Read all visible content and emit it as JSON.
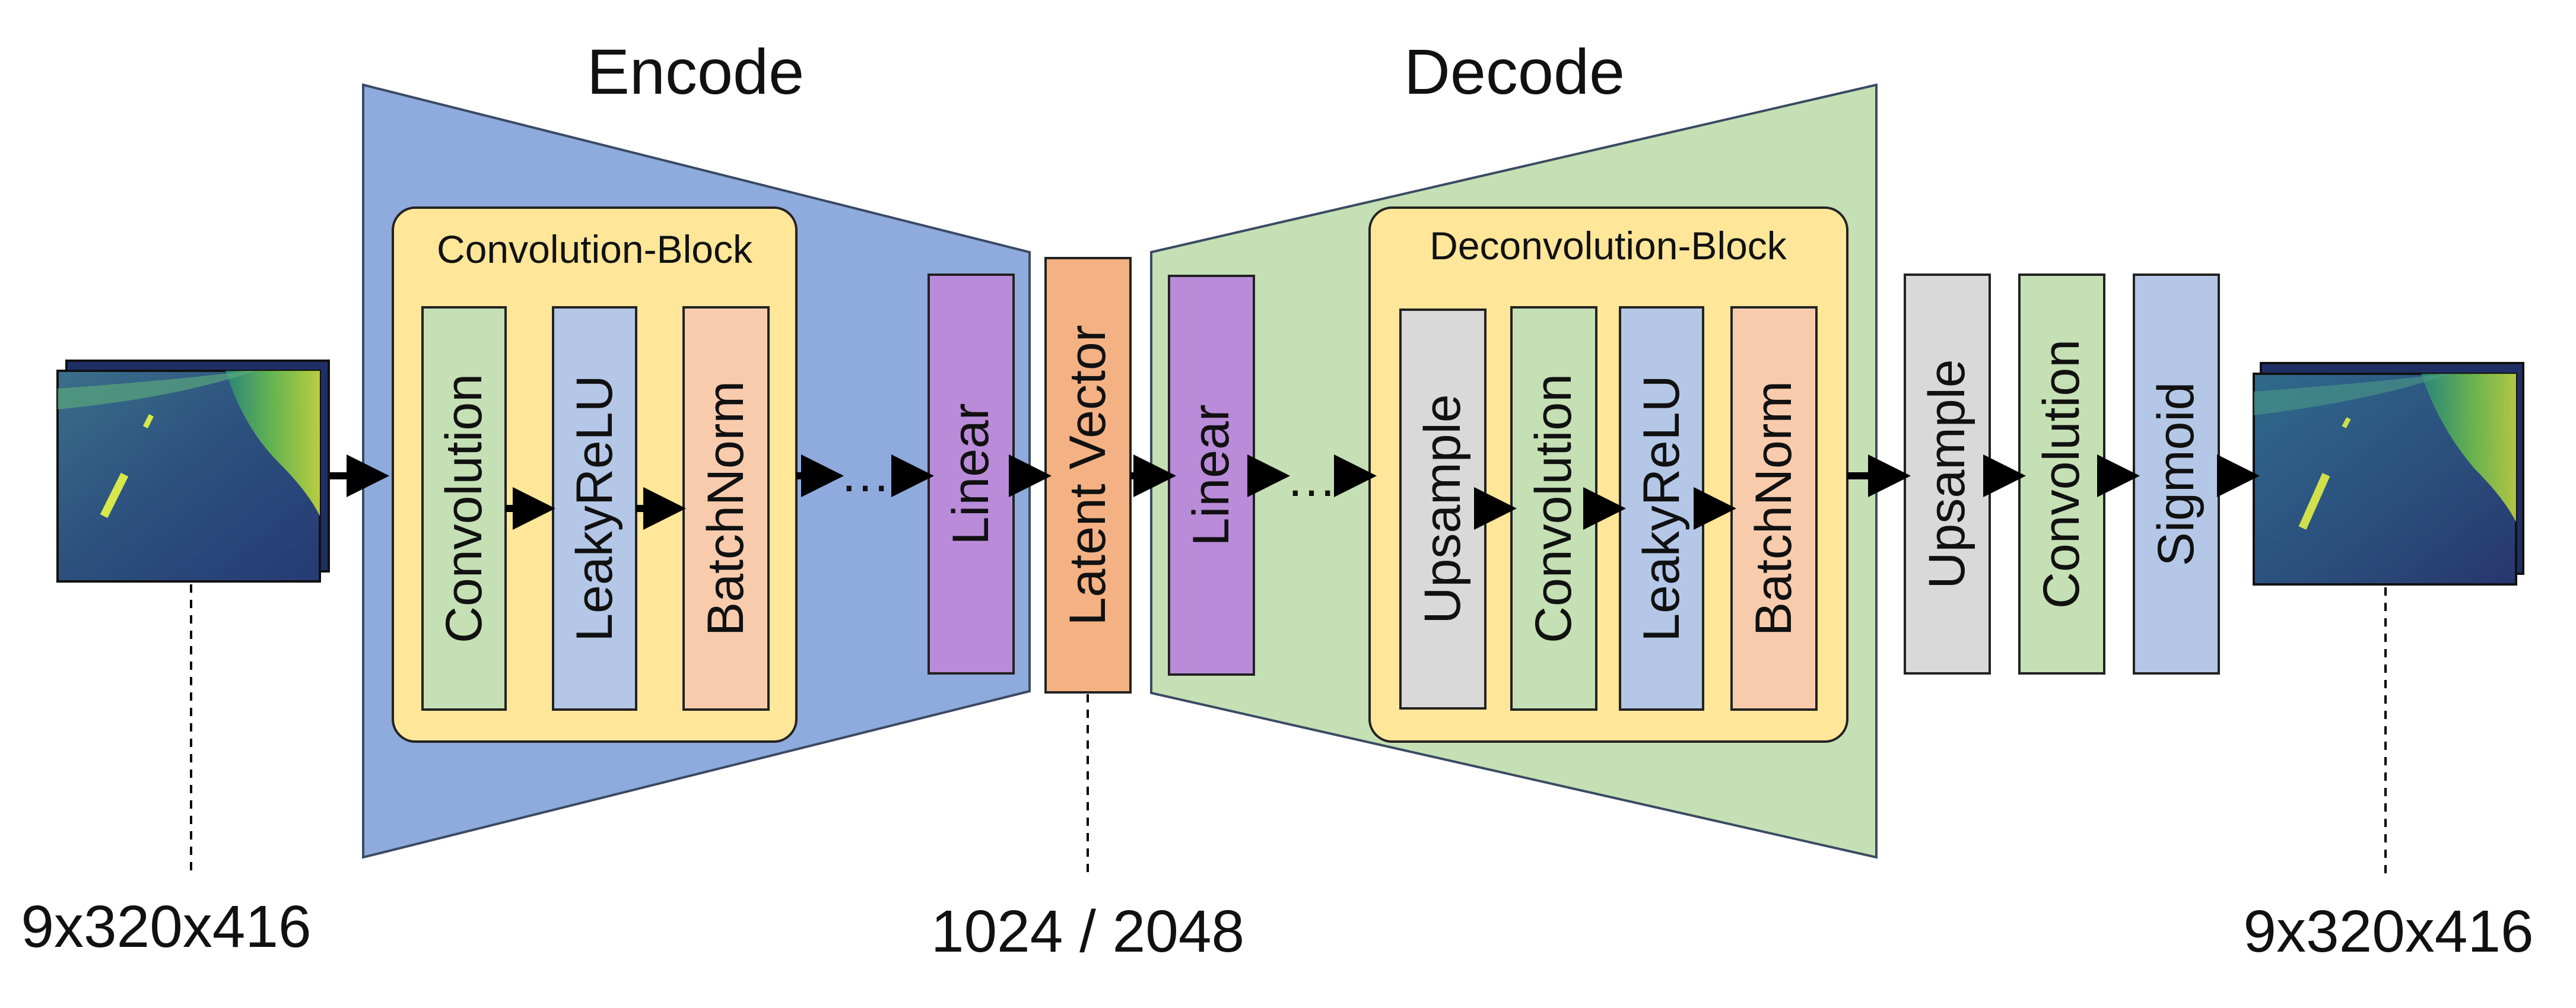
{
  "titles": {
    "encode": "Encode",
    "decode": "Decode"
  },
  "colors": {
    "encode_bg": "#8FAADC",
    "decode_bg": "#C5E0B4",
    "block_bg": "#FFE699",
    "conv": "#C5E0B4",
    "leaky": "#B4C7E7",
    "batchnorm": "#F8CBAD",
    "linear": "#B98BD9",
    "latent": "#F4B183",
    "upsample": "#D9D9D9",
    "sigmoid": "#B4C7E7"
  },
  "encoder": {
    "block_title": "Convolution-Block",
    "layers": [
      "Convolution",
      "LeakyReLU",
      "BatchNorm"
    ],
    "ellipsis": "…",
    "linear": "Linear"
  },
  "latent": {
    "label": "Latent Vector",
    "dim": "1024 / 2048"
  },
  "decoder": {
    "linear": "Linear",
    "ellipsis": "…",
    "block_title": "Deconvolution-Block",
    "layers": [
      "Upsample",
      "Convolution",
      "LeakyReLU",
      "BatchNorm"
    ]
  },
  "head": {
    "layers": [
      "Upsample",
      "Convolution",
      "Sigmoid"
    ]
  },
  "input": {
    "dim": "9x320x416"
  },
  "output": {
    "dim": "9x320x416"
  }
}
